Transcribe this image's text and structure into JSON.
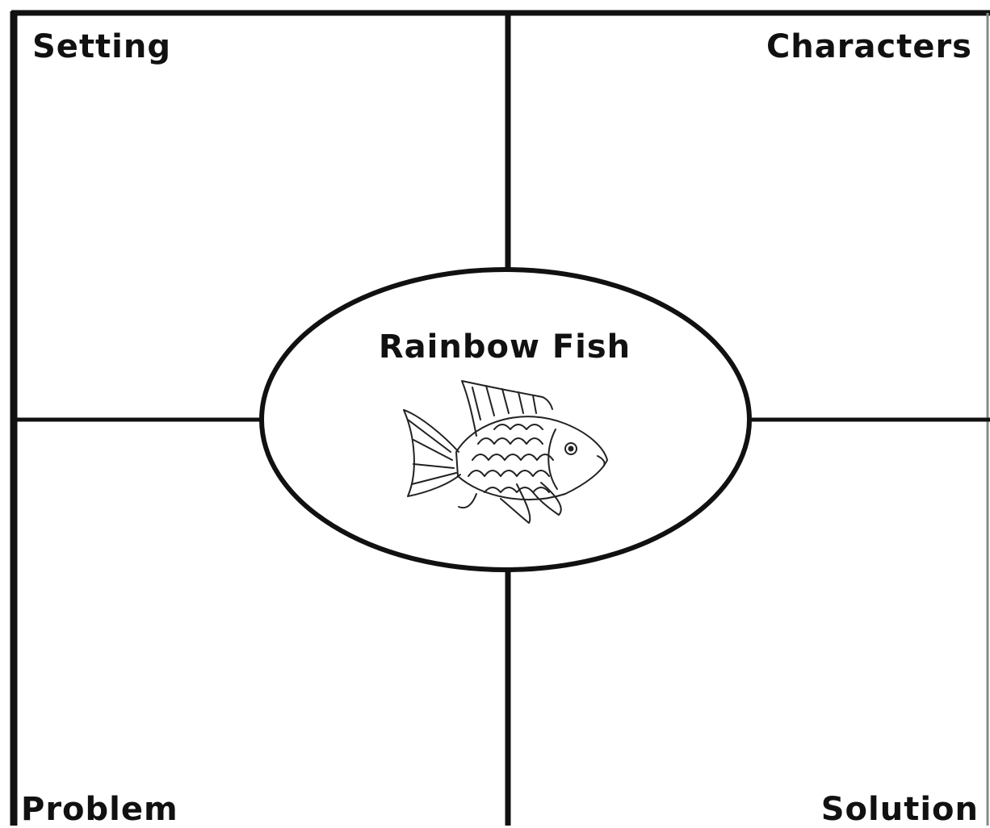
{
  "quadrants": {
    "top_left": "Setting",
    "top_right": "Characters",
    "bottom_left": "Problem",
    "bottom_right": "Solution"
  },
  "center": {
    "title": "Rainbow Fish",
    "image": "rainbow-fish-illustration"
  },
  "colors": {
    "line": "#111111",
    "background": "#ffffff"
  }
}
